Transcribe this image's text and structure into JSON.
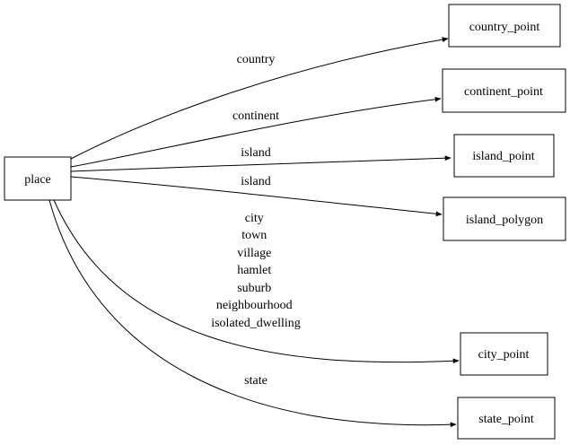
{
  "diagram": {
    "type": "directed-graph",
    "background_color": "#ffffff",
    "line_color": "#000000",
    "nodes": [
      {
        "id": "place",
        "label": "place"
      },
      {
        "id": "country_point",
        "label": "country_point"
      },
      {
        "id": "continent_point",
        "label": "continent_point"
      },
      {
        "id": "island_point",
        "label": "island_point"
      },
      {
        "id": "island_polygon",
        "label": "island_polygon"
      },
      {
        "id": "city_point",
        "label": "city_point"
      },
      {
        "id": "state_point",
        "label": "state_point"
      }
    ],
    "edges": [
      {
        "from": "place",
        "to": "country_point",
        "label": "country"
      },
      {
        "from": "place",
        "to": "continent_point",
        "label": "continent"
      },
      {
        "from": "place",
        "to": "island_point",
        "label": "island"
      },
      {
        "from": "place",
        "to": "island_polygon",
        "label": "island"
      },
      {
        "from": "place",
        "to": "city_point",
        "label_lines": [
          "city",
          "town",
          "village",
          "hamlet",
          "suburb",
          "neighbourhood",
          "isolated_dwelling"
        ]
      },
      {
        "from": "place",
        "to": "state_point",
        "label": "state"
      }
    ]
  }
}
